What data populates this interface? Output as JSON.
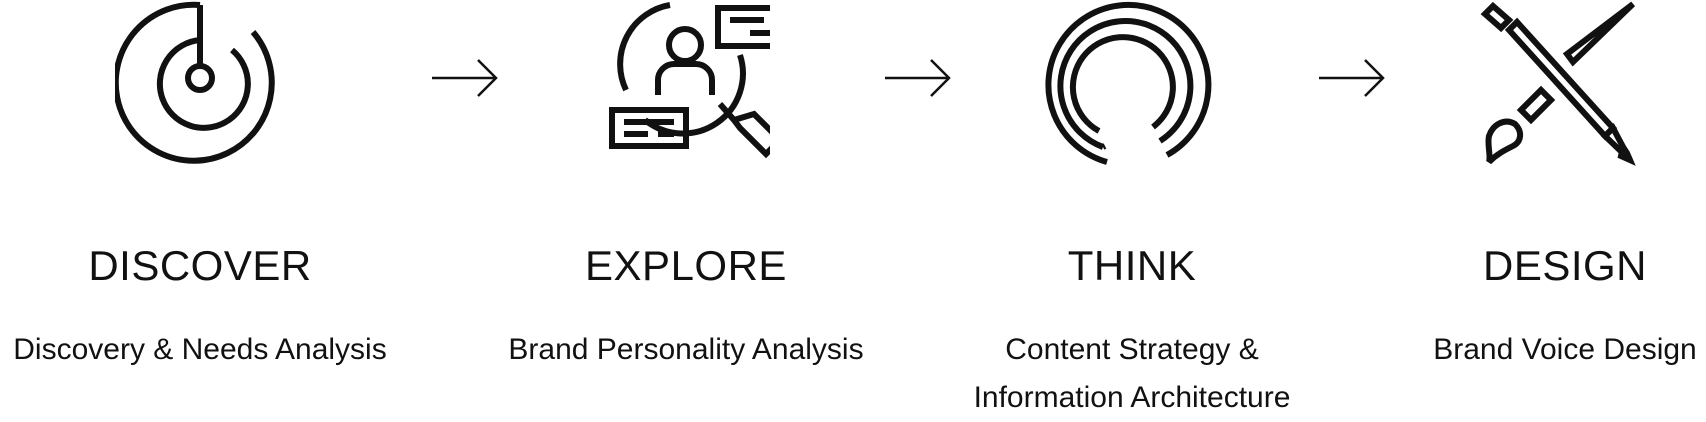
{
  "steps": [
    {
      "title": "DISCOVER",
      "description": [
        "Discovery & Needs Analysis"
      ],
      "icon": "radar-icon"
    },
    {
      "title": "EXPLORE",
      "description": [
        "Brand Personality Analysis"
      ],
      "icon": "person-magnifier-icon"
    },
    {
      "title": "THINK",
      "description": [
        "Content Strategy &",
        "Information Architecture"
      ],
      "icon": "concentric-arcs-icon"
    },
    {
      "title": "DESIGN",
      "description": [
        "Brand Voice Design"
      ],
      "icon": "pencil-brush-icon"
    }
  ],
  "connector_icon": "arrow-right-icon",
  "colors": {
    "ink": "#111111",
    "background": "#ffffff"
  }
}
